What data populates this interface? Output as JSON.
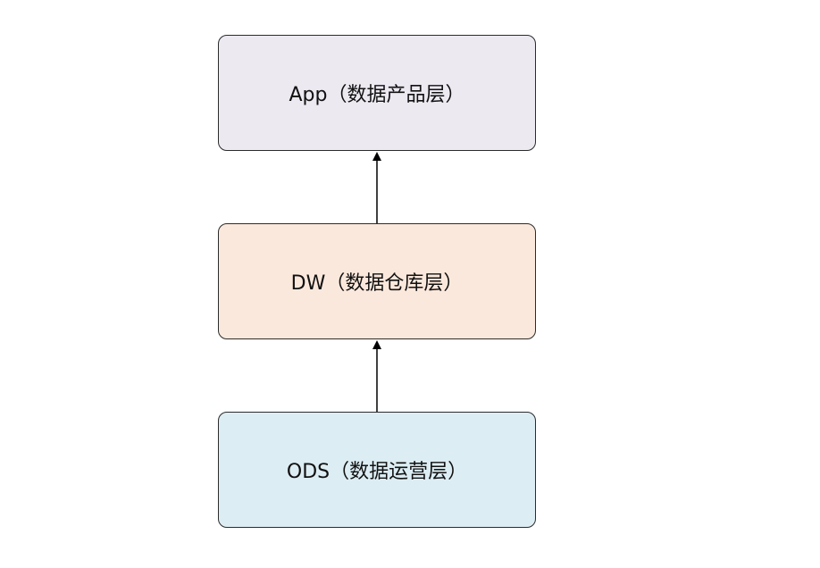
{
  "layers": [
    {
      "label": "App（数据产品层）",
      "fill": "#ECE9F1"
    },
    {
      "label": "DW（数据仓库层）",
      "fill": "#FBE8DC"
    },
    {
      "label": "ODS（数据运营层）",
      "fill": "#DCEDF3"
    }
  ],
  "arrow_color": "#000000"
}
